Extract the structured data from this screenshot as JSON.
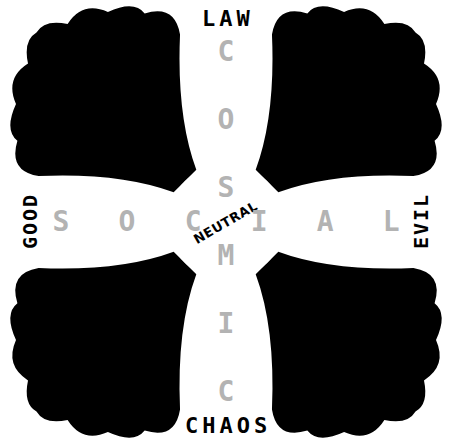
{
  "diagram": {
    "nodes": [
      {
        "text": [
          "NEUTRAL"
        ]
      }
    ],
    "labels": [
      "LAW",
      "COSMIC",
      "GOOD",
      "SOCIAL",
      "EVIL",
      "CHAOS"
    ]
  }
}
